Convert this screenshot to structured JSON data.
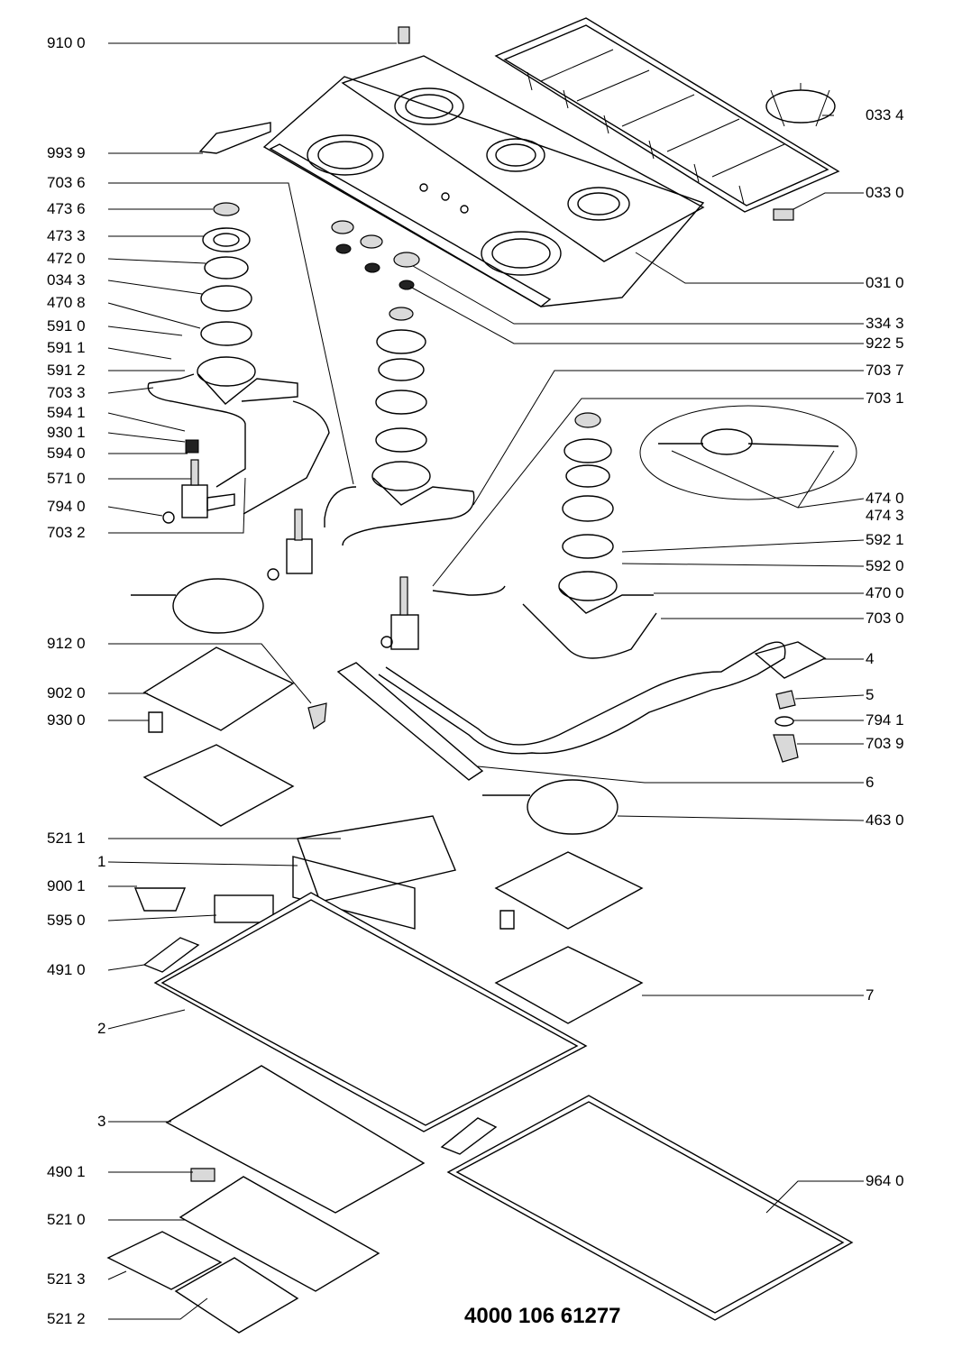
{
  "diagram": {
    "document_number": "4000 106 61277",
    "left_labels": [
      "910 0",
      "993 9",
      "703 6",
      "473 6",
      "473 3",
      "472 0",
      "034 3",
      "470 8",
      "591 0",
      "591 1",
      "591 2",
      "703 3",
      "594 1",
      "930 1",
      "594 0",
      "571 0",
      "794 0",
      "703 2",
      "912 0",
      "902 0",
      "930 0",
      "521 1",
      "1",
      "900 1",
      "595 0",
      "491 0",
      "2",
      "3",
      "490 1",
      "521 0",
      "521 3",
      "521 2"
    ],
    "right_labels": [
      "033 4",
      "033 0",
      "031 0",
      "334 3",
      "922 5",
      "703 7",
      "703 1",
      "474 0",
      "474 3",
      "592 1",
      "592 0",
      "470 0",
      "703 0",
      "4",
      "5",
      "794 1",
      "703 9",
      "6",
      "463 0",
      "7",
      "964 0"
    ]
  }
}
